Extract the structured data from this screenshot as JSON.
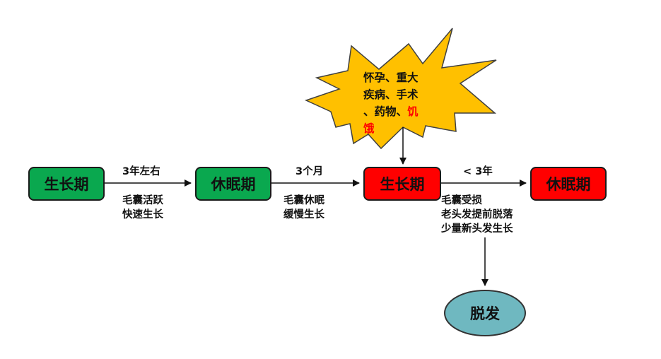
{
  "colors": {
    "growth_box": "#0aa84f",
    "active_box": "#ff0000",
    "burst_fill": "#ffc000",
    "hair_loss_circle": "#6fb8c0",
    "highlight_text": "#ff0000"
  },
  "nodes": {
    "growth_1": "生长期",
    "rest_1": "休眠期",
    "growth_2": "生长期",
    "rest_2": "休眠期",
    "hair_loss": "脱发"
  },
  "edges": {
    "e1": {
      "top": "3年左右",
      "bottom": [
        "毛囊活跃",
        "快速生长"
      ]
    },
    "e2": {
      "top": "3个月",
      "bottom": [
        "毛囊休眠",
        "缓慢生长"
      ]
    },
    "e3": {
      "top": "< 3年",
      "bottom": [
        "毛囊受损",
        "老头发提前脱落",
        "少量新头发生长"
      ]
    }
  },
  "burst": {
    "text_line1": "怀孕、重大",
    "text_line2": "疾病、手术",
    "text_line3_prefix": "、药物、",
    "text_line3_highlight": "饥",
    "text_line4_highlight": "饿"
  }
}
